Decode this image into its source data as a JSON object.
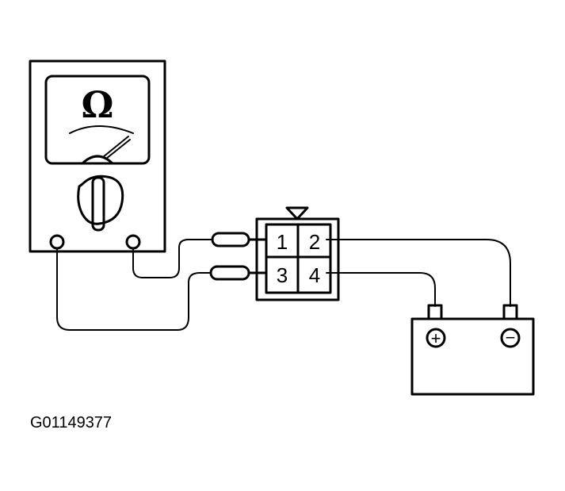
{
  "meter": {
    "unit_symbol": "Ω"
  },
  "connector": {
    "terminals": [
      "1",
      "2",
      "3",
      "4"
    ]
  },
  "battery": {
    "positive_symbol": "+",
    "negative_symbol": "−"
  },
  "figure_code": "G01149377"
}
